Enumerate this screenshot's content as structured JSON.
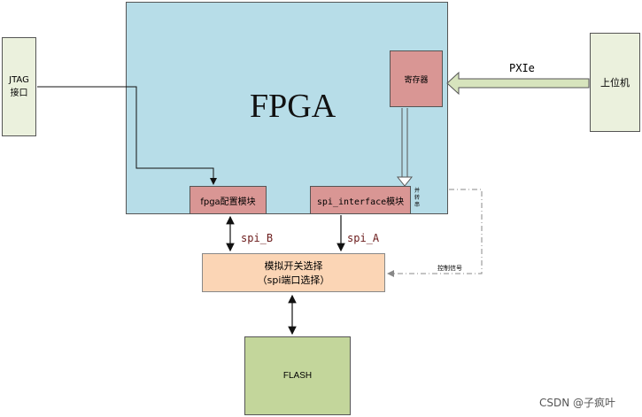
{
  "diagram": {
    "fpga_label": "FPGA",
    "jtag_label_line1": "JTAG",
    "jtag_label_line2": "接口",
    "host_label": "上位机",
    "pxie_label": "PXIe",
    "register_label": "寄存器",
    "fpga_config_module_label": "fpga配置模块",
    "spi_interface_module_label": "spi_interface模块",
    "parallel_label": "并转串",
    "spi_b_label": "spi_B",
    "spi_a_label": "spi_A",
    "switch_label_line1": "模拟开关选择",
    "switch_label_line2": "（spi端口选择）",
    "control_signal_label": "控制信号",
    "flash_label": "FLASH"
  },
  "colors": {
    "fpga_fill": "#b7dde8",
    "module_fill": "#d99694",
    "switch_fill": "#fbd5b5",
    "flash_fill": "#c3d69b",
    "side_fill": "#ebf1dd",
    "pxie_arrow_fill": "#d7e4bd"
  },
  "watermark": "CSDN @子疯叶"
}
